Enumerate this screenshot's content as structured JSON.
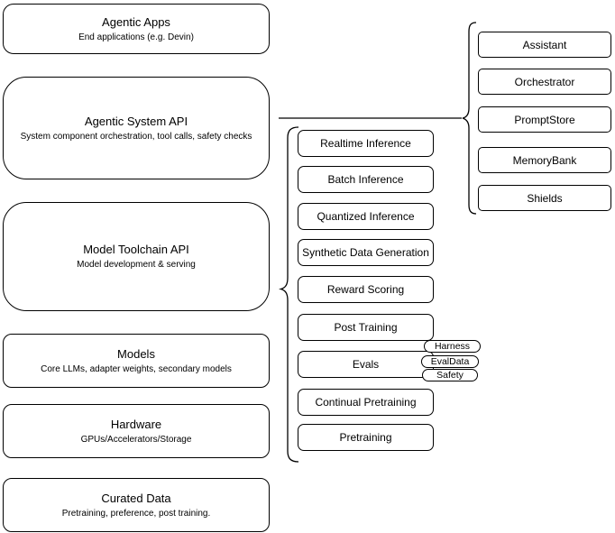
{
  "diagram": {
    "left_column": [
      {
        "title": "Agentic Apps",
        "subtitle": "End applications (e.g. Devin)"
      },
      {
        "title": "Agentic System API",
        "subtitle": "System component orchestration, tool calls, safety checks"
      },
      {
        "title": "Model Toolchain API",
        "subtitle": "Model development & serving"
      },
      {
        "title": "Models",
        "subtitle": "Core LLMs, adapter weights, secondary models"
      },
      {
        "title": "Hardware",
        "subtitle": "GPUs/Accelerators/Storage"
      },
      {
        "title": "Curated Data",
        "subtitle": "Pretraining, preference, post training."
      }
    ],
    "toolchain_items": [
      "Realtime Inference",
      "Batch Inference",
      "Quantized Inference",
      "Synthetic Data Generation",
      "Reward Scoring",
      "Post Training",
      "Evals",
      "Continual Pretraining",
      "Pretraining"
    ],
    "evals_tags": [
      "Harness",
      "EvalData",
      "Safety"
    ],
    "system_components": [
      "Assistant",
      "Orchestrator",
      "PromptStore",
      "MemoryBank",
      "Shields"
    ],
    "colors": {
      "stroke": "#000000",
      "fill": "#ffffff",
      "text": "#000000"
    }
  }
}
